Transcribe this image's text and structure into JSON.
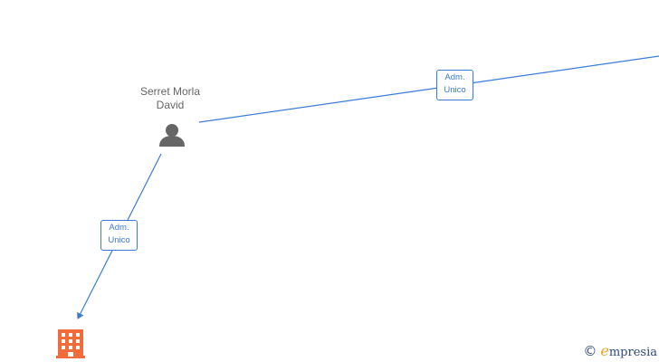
{
  "nodes": {
    "person": {
      "name_line1": "Serret Morla",
      "name_line2": "David",
      "icon": "person-icon"
    },
    "company": {
      "icon": "building-icon",
      "color": "#f26b3a"
    }
  },
  "edges": [
    {
      "id": "edge-to-right",
      "label_line1": "Adm.",
      "label_line2": "Unico"
    },
    {
      "id": "edge-to-company",
      "label_line1": "Adm.",
      "label_line2": "Unico"
    }
  ],
  "colors": {
    "edge": "#3a7bd5",
    "person_icon": "#666666",
    "company_icon": "#f26b3a"
  },
  "watermark": {
    "symbol": "©",
    "brand_initial": "e",
    "brand_rest": "mpresia"
  }
}
